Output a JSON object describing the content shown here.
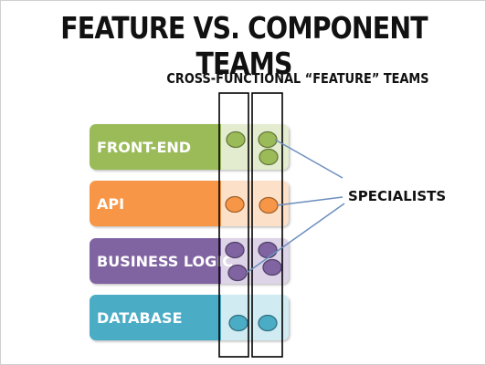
{
  "title": "FEATURE VS. COMPONENT TEAMS",
  "subtitle": "CROSS-FUNCTIONAL “FEATURE” TEAMS",
  "specialists_label": "SPECIALISTS",
  "layers": [
    {
      "label": "FRONT-END",
      "color": "#9bbb59",
      "tint": "#e3eccf",
      "dots_team1": 1,
      "dots_team2": 2
    },
    {
      "label": "API",
      "color": "#f79646",
      "tint": "#fde0c8",
      "dots_team1": 1,
      "dots_team2": 1
    },
    {
      "label": "BUSINESS LOGIC",
      "color": "#8064a2",
      "tint": "#ddd4e8",
      "dots_team1": 2,
      "dots_team2": 2
    },
    {
      "label": "DATABASE",
      "color": "#4bacc6",
      "tint": "#d0ebf2",
      "dots_team1": 1,
      "dots_team2": 1
    }
  ],
  "connector_color": "#6c8ebf"
}
